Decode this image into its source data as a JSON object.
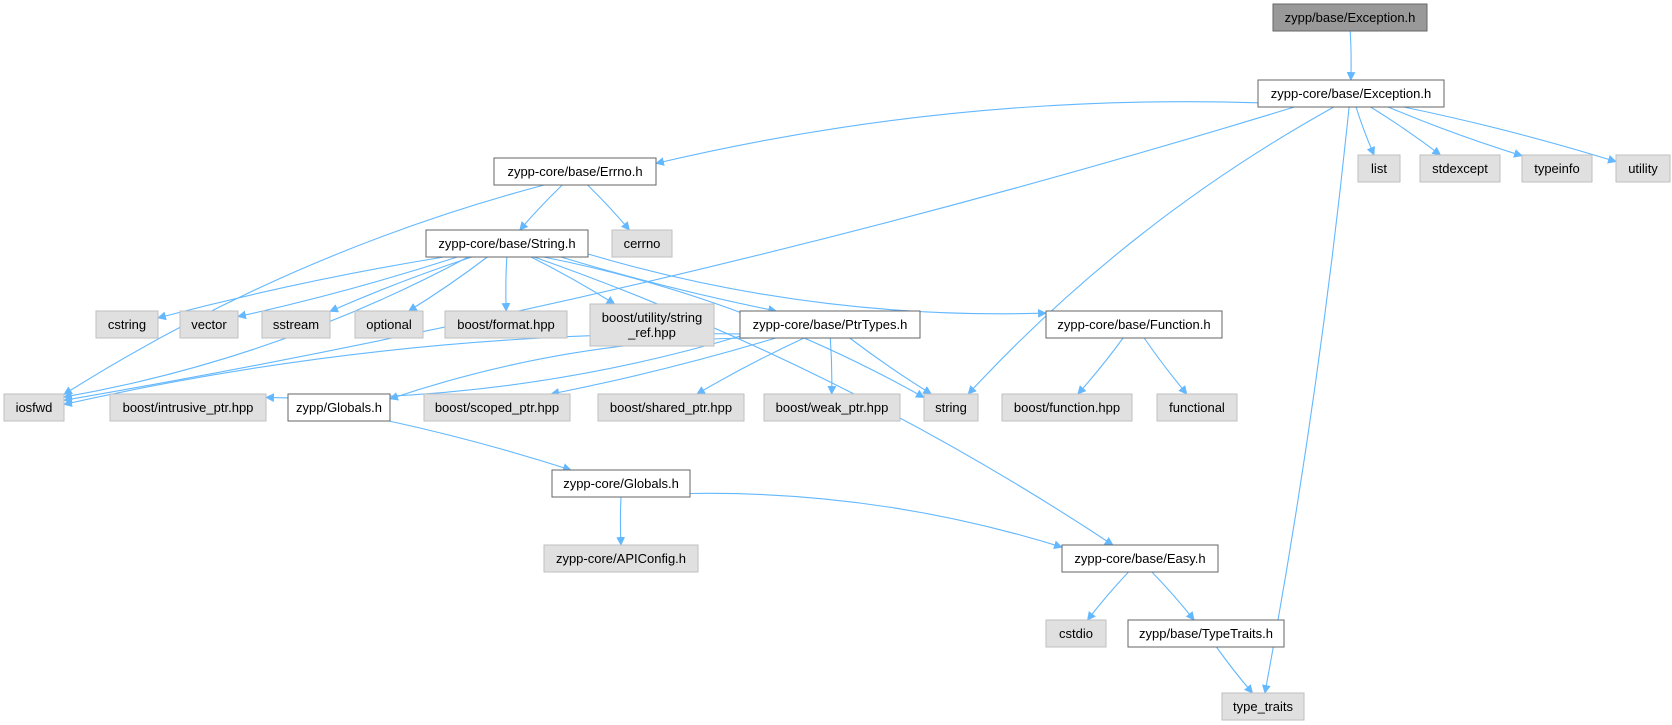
{
  "colors": {
    "root_fill": "#999999",
    "root_stroke": "#666666",
    "documented_fill": "#ffffff",
    "documented_stroke": "#666666",
    "external_fill": "#e0e0e0",
    "external_stroke": "#bfbfbf",
    "edge": "#63b8ff"
  },
  "nodes": [
    {
      "id": "n_exc",
      "label": "zypp/base/Exception.h",
      "kind": "root"
    },
    {
      "id": "n_core_exc",
      "label": "zypp-core/base/Exception.h",
      "kind": "documented"
    },
    {
      "id": "n_errno",
      "label": "zypp-core/base/Errno.h",
      "kind": "documented"
    },
    {
      "id": "n_string",
      "label": "zypp-core/base/String.h",
      "kind": "documented"
    },
    {
      "id": "n_cerrno",
      "label": "cerrno",
      "kind": "external"
    },
    {
      "id": "n_list",
      "label": "list",
      "kind": "external"
    },
    {
      "id": "n_stdexc",
      "label": "stdexcept",
      "kind": "external"
    },
    {
      "id": "n_typeinfo",
      "label": "typeinfo",
      "kind": "external"
    },
    {
      "id": "n_utility",
      "label": "utility",
      "kind": "external"
    },
    {
      "id": "n_cstring",
      "label": "cstring",
      "kind": "external"
    },
    {
      "id": "n_vector",
      "label": "vector",
      "kind": "external"
    },
    {
      "id": "n_sstream",
      "label": "sstream",
      "kind": "external"
    },
    {
      "id": "n_optional",
      "label": "optional",
      "kind": "external"
    },
    {
      "id": "n_bformat",
      "label": "boost/format.hpp",
      "kind": "external"
    },
    {
      "id": "n_bsref",
      "label": "boost/utility/string\n_ref.hpp",
      "kind": "external"
    },
    {
      "id": "n_ptrtypes",
      "label": "zypp-core/base/PtrTypes.h",
      "kind": "documented"
    },
    {
      "id": "n_function",
      "label": "zypp-core/base/Function.h",
      "kind": "documented"
    },
    {
      "id": "n_iosfwd",
      "label": "iosfwd",
      "kind": "external"
    },
    {
      "id": "n_bintr",
      "label": "boost/intrusive_ptr.hpp",
      "kind": "external"
    },
    {
      "id": "n_zglobals",
      "label": "zypp/Globals.h",
      "kind": "documented"
    },
    {
      "id": "n_bscoped",
      "label": "boost/scoped_ptr.hpp",
      "kind": "external"
    },
    {
      "id": "n_bshared",
      "label": "boost/shared_ptr.hpp",
      "kind": "external"
    },
    {
      "id": "n_bweak",
      "label": "boost/weak_ptr.hpp",
      "kind": "external"
    },
    {
      "id": "n_strhdr",
      "label": "string",
      "kind": "external"
    },
    {
      "id": "n_bfunc",
      "label": "boost/function.hpp",
      "kind": "external"
    },
    {
      "id": "n_functional",
      "label": "functional",
      "kind": "external"
    },
    {
      "id": "n_cglobals",
      "label": "zypp-core/Globals.h",
      "kind": "documented"
    },
    {
      "id": "n_apiconf",
      "label": "zypp-core/APIConfig.h",
      "kind": "external"
    },
    {
      "id": "n_easy",
      "label": "zypp-core/base/Easy.h",
      "kind": "documented"
    },
    {
      "id": "n_cstdio",
      "label": "cstdio",
      "kind": "external"
    },
    {
      "id": "n_typetr",
      "label": "zypp/base/TypeTraits.h",
      "kind": "documented"
    },
    {
      "id": "n_typetraits",
      "label": "type_traits",
      "kind": "external"
    }
  ],
  "edges": [
    [
      "n_exc",
      "n_core_exc"
    ],
    [
      "n_core_exc",
      "n_errno"
    ],
    [
      "n_core_exc",
      "n_iosfwd"
    ],
    [
      "n_core_exc",
      "n_strhdr"
    ],
    [
      "n_core_exc",
      "n_typetraits"
    ],
    [
      "n_core_exc",
      "n_list"
    ],
    [
      "n_core_exc",
      "n_stdexc"
    ],
    [
      "n_core_exc",
      "n_typeinfo"
    ],
    [
      "n_core_exc",
      "n_utility"
    ],
    [
      "n_errno",
      "n_string"
    ],
    [
      "n_errno",
      "n_cerrno"
    ],
    [
      "n_errno",
      "n_iosfwd"
    ],
    [
      "n_string",
      "n_iosfwd"
    ],
    [
      "n_string",
      "n_cstring"
    ],
    [
      "n_string",
      "n_vector"
    ],
    [
      "n_string",
      "n_sstream"
    ],
    [
      "n_string",
      "n_optional"
    ],
    [
      "n_string",
      "n_bformat"
    ],
    [
      "n_string",
      "n_bsref"
    ],
    [
      "n_string",
      "n_ptrtypes"
    ],
    [
      "n_string",
      "n_strhdr"
    ],
    [
      "n_string",
      "n_function"
    ],
    [
      "n_string",
      "n_easy"
    ],
    [
      "n_ptrtypes",
      "n_iosfwd"
    ],
    [
      "n_ptrtypes",
      "n_bintr"
    ],
    [
      "n_ptrtypes",
      "n_zglobals"
    ],
    [
      "n_ptrtypes",
      "n_bscoped"
    ],
    [
      "n_ptrtypes",
      "n_bshared"
    ],
    [
      "n_ptrtypes",
      "n_bweak"
    ],
    [
      "n_ptrtypes",
      "n_strhdr"
    ],
    [
      "n_function",
      "n_bfunc"
    ],
    [
      "n_function",
      "n_functional"
    ],
    [
      "n_zglobals",
      "n_cglobals"
    ],
    [
      "n_cglobals",
      "n_apiconf"
    ],
    [
      "n_cglobals",
      "n_easy"
    ],
    [
      "n_easy",
      "n_cstdio"
    ],
    [
      "n_easy",
      "n_typetr"
    ],
    [
      "n_typetr",
      "n_typetraits"
    ]
  ]
}
